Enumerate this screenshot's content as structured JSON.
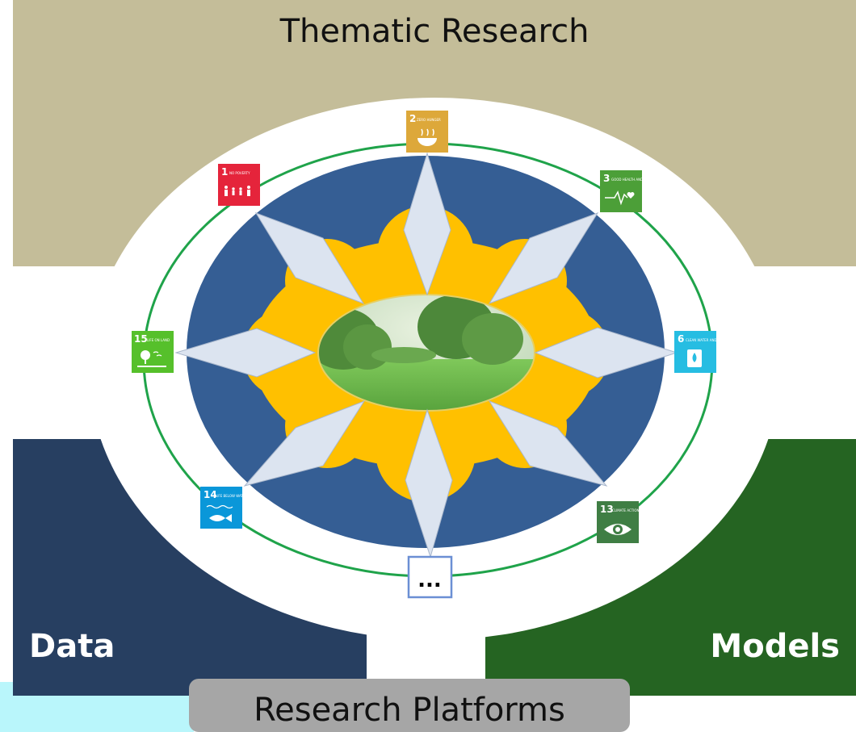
{
  "titles": {
    "top": "Thematic Research",
    "left": "Data",
    "right": "Models",
    "bottom": "Research Platforms"
  },
  "colors": {
    "thematic_band": "#c4bd99",
    "data_block": "#273f61",
    "models_block": "#256422",
    "platform_tab": "#a6a6a6",
    "cyan_strip": "#b9f6fb",
    "outer_ring": "#355e94",
    "inner_ring": "#ffc000",
    "star_points": "#dce4f0",
    "orbit": "#1fa34a"
  },
  "sdg_icons": [
    {
      "number": "2",
      "title": "ZERO HUNGER",
      "color": "#dda83a",
      "icon": "bowl-icon"
    },
    {
      "number": "3",
      "title": "GOOD HEALTH AND WELL-BEING",
      "color": "#4c9f38",
      "icon": "heartbeat-icon"
    },
    {
      "number": "6",
      "title": "CLEAN WATER AND SANITATION",
      "color": "#26bde2",
      "icon": "water-drop-icon"
    },
    {
      "number": "13",
      "title": "CLIMATE ACTION",
      "color": "#3f7e44",
      "icon": "earth-eye-icon"
    },
    {
      "number": "14",
      "title": "LIFE BELOW WATER",
      "color": "#0a97d9",
      "icon": "fish-icon"
    },
    {
      "number": "15",
      "title": "LIFE ON LAND",
      "color": "#56c02b",
      "icon": "tree-icon"
    },
    {
      "number": "1",
      "title": "NO POVERTY",
      "color": "#e5243b",
      "icon": "family-icon"
    }
  ],
  "more_box": "..."
}
